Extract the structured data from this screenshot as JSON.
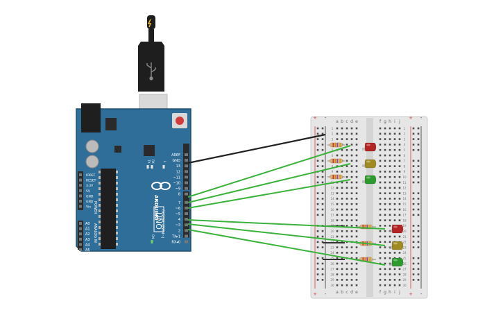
{
  "arduino": {
    "brand": "ARDUINO",
    "model": "UNO",
    "power_label": "POWER",
    "analog_label": "ANALOG IN",
    "digital_label": "DIGITAL (PWM~)",
    "power_pins": [
      "IOREF",
      "RESET",
      "3.3V",
      "5V",
      "GND",
      "GND",
      "Vin"
    ],
    "analog_pins": [
      "A0",
      "A1",
      "A2",
      "A3",
      "A4",
      "A5"
    ],
    "digital_pins": [
      "AREF",
      "GND",
      "13",
      "12",
      "~11",
      "~10",
      "~9",
      "8",
      "7",
      "~6",
      "~5",
      "4",
      "~3",
      "2",
      "TX▸1",
      "RX◂0"
    ],
    "leds_labels": [
      "TX",
      "RX",
      "L",
      "ON"
    ],
    "colors": {
      "board": "#2f6e99",
      "board_dark": "#1f4f70",
      "header": "#2b2b2b"
    }
  },
  "breadboard": {
    "col_letters_left": [
      "a",
      "b",
      "c",
      "d",
      "e"
    ],
    "col_letters_right": [
      "f",
      "g",
      "h",
      "i",
      "j"
    ],
    "row_count": 30,
    "rail_plus": "+",
    "rail_minus": "-",
    "colors": {
      "body": "#e6e6e6",
      "rail_red": "#d23b3b",
      "rail_black": "#333333"
    }
  },
  "components": {
    "leds": [
      {
        "name": "led-red-1",
        "color": "#b32424"
      },
      {
        "name": "led-yellow-1",
        "color": "#a08a24"
      },
      {
        "name": "led-green-1",
        "color": "#2e9a2e"
      },
      {
        "name": "led-red-2",
        "color": "#b32424"
      },
      {
        "name": "led-yellow-2",
        "color": "#a08a24"
      },
      {
        "name": "led-green-2",
        "color": "#2e9a2e"
      }
    ],
    "resistor_count": 6,
    "wire_colors": {
      "signal": "#3bb23b",
      "ground": "#222222"
    }
  },
  "usb_cable": {
    "icon": "usb-icon",
    "color": "#1e1e1e"
  }
}
